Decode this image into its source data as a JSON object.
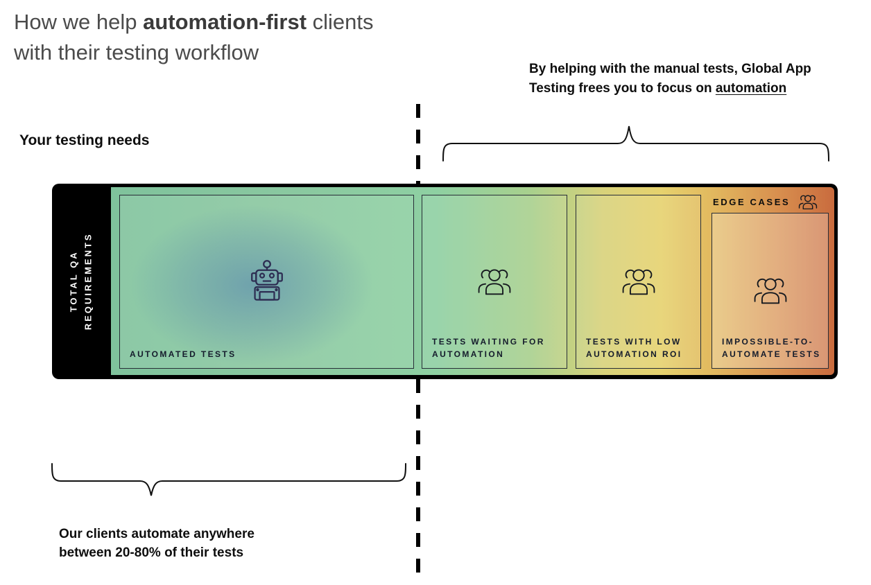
{
  "title": {
    "line1_prefix": "How we help ",
    "line1_bold": "automation-first",
    "line1_suffix": " clients",
    "line2": "with their testing workflow"
  },
  "note": {
    "line1": "By helping with the manual tests, Global App",
    "line2_prefix": "Testing frees you to focus on ",
    "line2_underline": "automation"
  },
  "left_heading": "Your testing needs",
  "bottom_note": {
    "line1": "Our clients automate anywhere",
    "line2": "between 20-80% of their tests"
  },
  "bar": {
    "side_label_line1": "TOTAL QA",
    "side_label_line2": "REQUIREMENTS",
    "edge_cases_label": "EDGE CASES",
    "sections": [
      {
        "label_line1": "AUTOMATED TESTS",
        "label_line2": "",
        "icon": "robot-icon"
      },
      {
        "label_line1": "TESTS WAITING FOR",
        "label_line2": "AUTOMATION",
        "icon": "people-icon"
      },
      {
        "label_line1": "TESTS WITH LOW",
        "label_line2": "AUTOMATION ROI",
        "icon": "people-icon"
      },
      {
        "label_line1": "IMPOSSIBLE-TO-",
        "label_line2": "AUTOMATE TESTS",
        "icon": "people-icon"
      }
    ]
  },
  "colors": {
    "gradient_left_green": "#7fc29c",
    "gradient_mid_yellow": "#e6d26e",
    "gradient_right_orange": "#c96b3e",
    "automated_blue_tint": "#4c79b0",
    "bar_frame": "#000000",
    "side_label_text": "#ffffff",
    "section_label_text": "#151c2c",
    "annotation_text": "#0e0e0e"
  }
}
